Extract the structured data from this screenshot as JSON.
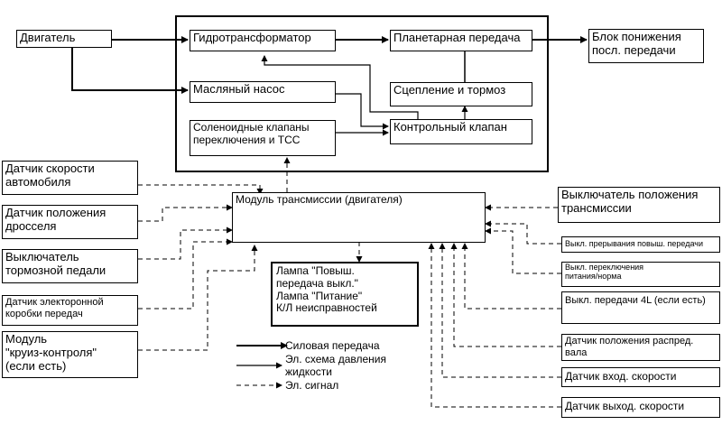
{
  "blocks": {
    "engine": "Двигатель",
    "torque_converter": "Гидротрансформатор",
    "planetary_gear": "Планетарная передача",
    "overdrive_unit": [
      "Блок понижения",
      "посл. передачи"
    ],
    "oil_pump": "Масляный насос",
    "clutch_brake": "Сцепление и тормоз",
    "solenoid_valves": [
      "Соленоидные клапаны",
      "переключения и ТСС"
    ],
    "control_valve": "Контрольный клапан",
    "tcm": "Модуль трансмиссии (двигателя)",
    "lamps": [
      "Лампа \"Повыш.",
      "передача выкл.\"",
      "Лампа \"Питание\"",
      "К/Л неисправностей"
    ]
  },
  "left_sensors": [
    [
      "Датчик скорости",
      "автомобиля"
    ],
    [
      "Датчик положения",
      "дросселя"
    ],
    [
      "Выключатель",
      "тормозной педали"
    ],
    [
      "Датчик электоронной",
      "коробки передач"
    ],
    [
      "Модуль",
      "\"круиз-контроля\"",
      "(если есть)"
    ]
  ],
  "right_sensors": [
    [
      "Выключатель положения",
      "трансмиссии"
    ],
    [
      "Выкл. прерывания повыш. передачи"
    ],
    [
      "Выкл. переключения",
      "питания/норма"
    ],
    [
      "Выкл. передачи 4L (если есть)"
    ],
    [
      "Датчик положения распред.",
      "вала"
    ],
    [
      "Датчик вход. скорости"
    ],
    [
      "Датчик выход. скорости"
    ]
  ],
  "legend": {
    "power": "Силовая передача",
    "hydraulic_1": "Эл. схема давления",
    "hydraulic_2": "жидкости",
    "signal": "Эл. сигнал"
  }
}
